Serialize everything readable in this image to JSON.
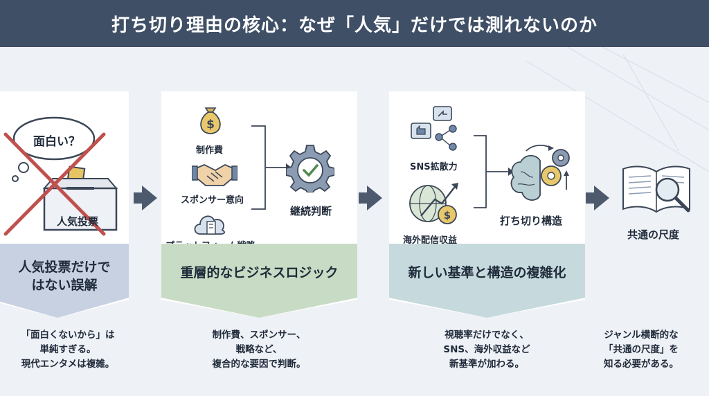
{
  "header": {
    "title": "打ち切り理由の核心：なぜ「人気」だけでは測れないのか"
  },
  "cards": [
    {
      "icon_labels": {
        "bubble": "面白い？",
        "ballot_box": "人気投票"
      },
      "band_label": "人気投票だけで\nはない誤解",
      "description": "「面白くないから」は\n単純すぎる。\n現代エンタメは複雑。"
    },
    {
      "items": [
        "制作費",
        "スポンサー意向",
        "プラットフォーム戦略"
      ],
      "result_label": "継続判断",
      "band_label": "重層的なビジネスロジック",
      "description": "制作費、スポンサー、\n戦略など、\n複合的な要因で判断。"
    },
    {
      "items": [
        "SNS拡散力",
        "海外配信収益"
      ],
      "result_label": "打ち切り構造",
      "band_label": "新しい基準と構造の複雑化",
      "description": "視聴率だけでなく、\nSNS、海外収益など\n新基準が加わる。"
    },
    {
      "result_label": "共通の尺度",
      "description": "ジャンル横断的な\n「共通の尺度」を\n知る必要がある。"
    }
  ],
  "colors": {
    "header": "#3f4f66",
    "band_1": "#c8d1e2",
    "band_2": "#c8dcc5",
    "band_3": "#c6dadd",
    "cross": "#c0504d",
    "arrow": "#4d5a6e"
  },
  "icons": [
    "thought-bubble-icon",
    "ballot-box-icon",
    "red-cross-icon",
    "money-bag-icon",
    "handshake-icon",
    "cloud-building-icon",
    "gear-check-icon",
    "social-network-icon",
    "globe-growth-icon",
    "brain-gears-icon",
    "book-magnifier-icon"
  ]
}
